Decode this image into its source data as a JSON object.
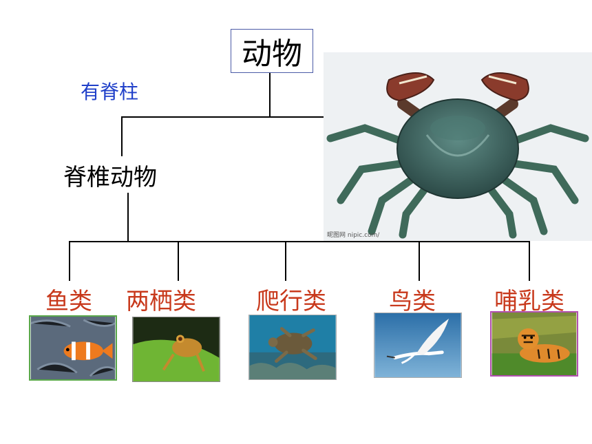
{
  "tree": {
    "root": "动物",
    "branch_label": "有脊柱",
    "group": "脊椎动物",
    "classes": [
      {
        "label": "鱼类",
        "image": "clownfish"
      },
      {
        "label": "两栖类",
        "image": "tree-frog"
      },
      {
        "label": "爬行类",
        "image": "sea-turtle"
      },
      {
        "label": "鸟类",
        "image": "flying-bird"
      },
      {
        "label": "哺乳类",
        "image": "tiger"
      }
    ]
  },
  "crab_photo": {
    "subject": "crab",
    "watermark": "昵图网 nipic.com/"
  },
  "colors": {
    "root_border": "#4a5aa6",
    "branch_label": "#1f3fc9",
    "class_label": "#c8391c",
    "line": "#000000"
  }
}
